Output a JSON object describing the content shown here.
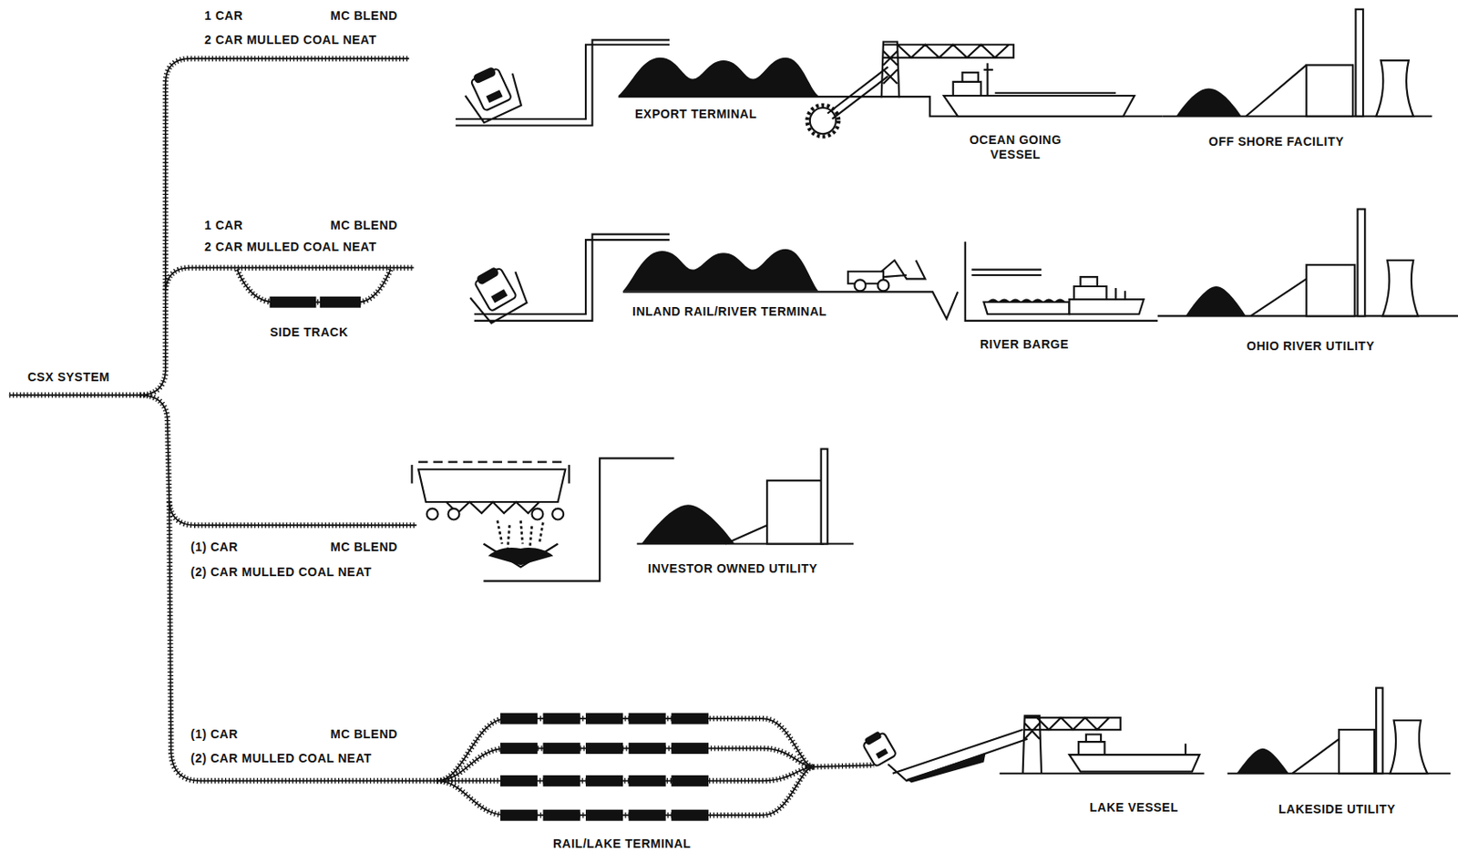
{
  "diagram": {
    "labels": [
      "CSX SYSTEM",
      "1 CAR",
      "MC BLEND",
      "2 CAR MULLED COAL NEAT",
      "EXPORT TERMINAL",
      "OCEAN GOING VESSEL",
      "OFF SHORE FACILITY",
      "1 CAR",
      "MC BLEND",
      "2 CAR MULLED COAL NEAT",
      "SIDE TRACK",
      "INLAND RAIL/RIVER TERMINAL",
      "RIVER BARGE",
      "OHIO RIVER UTILITY",
      "(1) CAR",
      "MC BLEND",
      "(2) CAR MULLED COAL NEAT",
      "INVESTOR OWNED UTILITY",
      "(1) CAR",
      "MC BLEND",
      "(2) CAR MULLED COAL NEAT",
      "RAIL/LAKE TERMINAL",
      "LAKE VESSEL",
      "LAKESIDE UTILITY"
    ]
  }
}
